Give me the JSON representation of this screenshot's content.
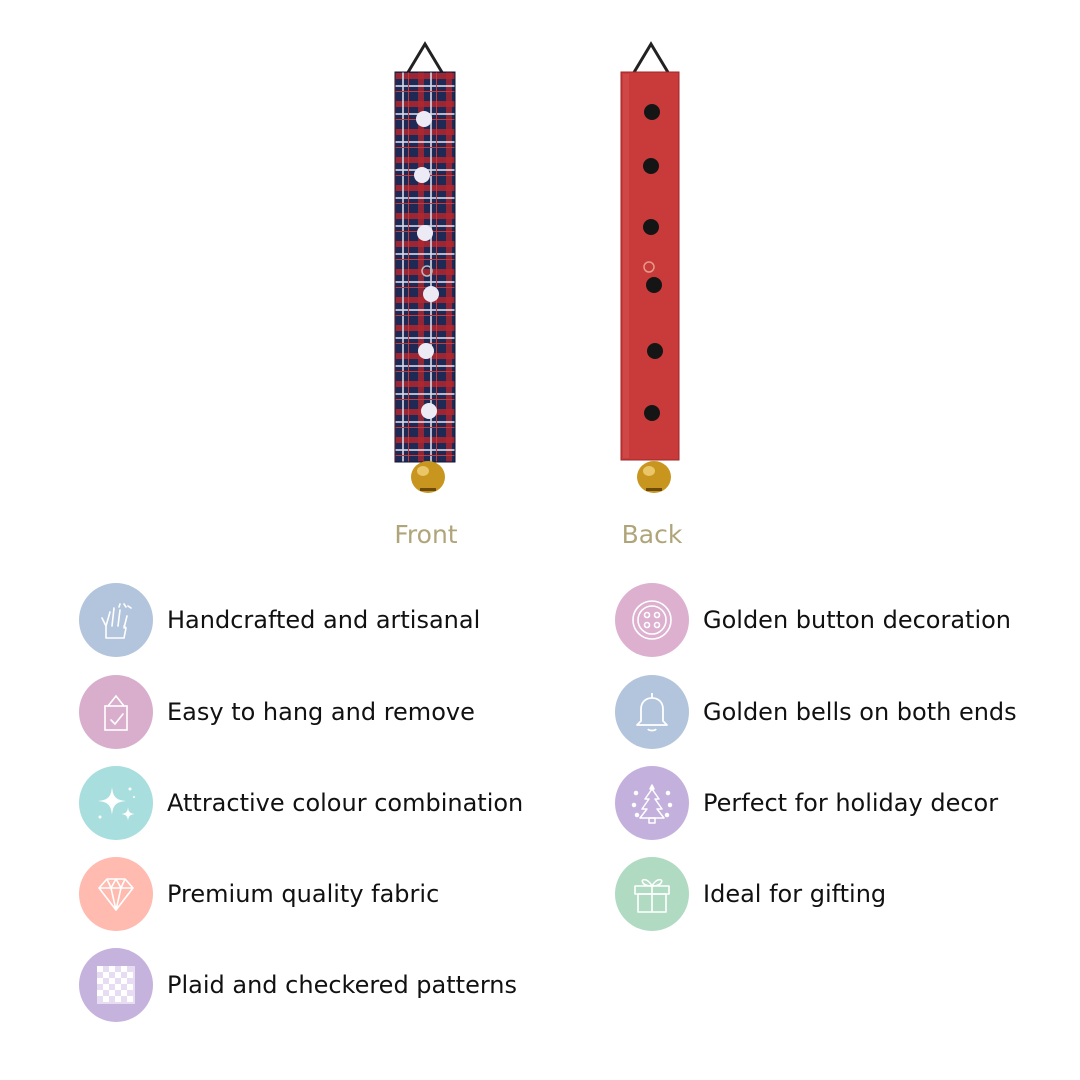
{
  "products": {
    "front_caption": "Front",
    "back_caption": "Back"
  },
  "features_left": [
    {
      "label": "Handcrafted and artisanal",
      "icon": "hand-icon",
      "color": "#b3c4dd"
    },
    {
      "label": "Easy to hang and remove",
      "icon": "hang-tag-icon",
      "color": "#d9aecd"
    },
    {
      "label": "Attractive colour combination",
      "icon": "sparkles-icon",
      "color": "#a8dede"
    },
    {
      "label": "Premium quality fabric",
      "icon": "diamond-icon",
      "color": "#ffbbb0"
    },
    {
      "label": "Plaid and checkered patterns",
      "icon": "checkered-icon",
      "color": "#c6b3dd"
    }
  ],
  "features_right": [
    {
      "label": "Golden button decoration",
      "icon": "button-icon",
      "color": "#ddb0cf"
    },
    {
      "label": "Golden bells on both ends",
      "icon": "bell-icon",
      "color": "#b3c4dd"
    },
    {
      "label": "Perfect for holiday decor",
      "icon": "christmas-tree-icon",
      "color": "#c4b0dd"
    },
    {
      "label": "Ideal for gifting",
      "icon": "gift-icon",
      "color": "#b0dbc2"
    }
  ],
  "colors": {
    "caption": "#b0a57a",
    "front_strip_base": "#1e2a55",
    "back_strip": "#c93a3a",
    "bell": "#c8961e"
  }
}
